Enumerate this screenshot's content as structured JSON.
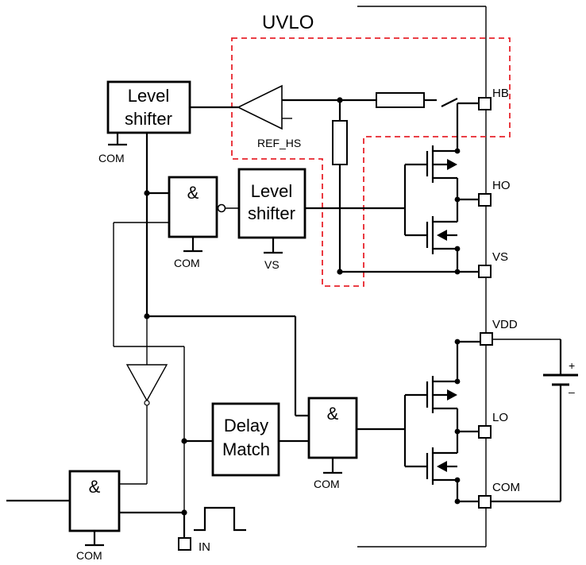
{
  "uvlo_label": "UVLO",
  "level_shifter_top": {
    "line1": "Level",
    "line2": "shifter"
  },
  "level_shifter_mid": {
    "line1": "Level",
    "line2": "shifter"
  },
  "delay_match": {
    "line1": "Delay",
    "line2": "Match"
  },
  "and_symbol": "&",
  "ref_label": "REF_HS",
  "pins": {
    "hb": "HB",
    "ho": "HO",
    "vs": "VS",
    "vdd": "VDD",
    "lo": "LO",
    "com": "COM",
    "in": "IN"
  },
  "ground_labels": {
    "com": "COM",
    "vs": "VS"
  },
  "battery": {
    "plus": "+",
    "minus": "–"
  },
  "colors": {
    "wire": "#000000",
    "uvlo_border": "#e8242c"
  }
}
